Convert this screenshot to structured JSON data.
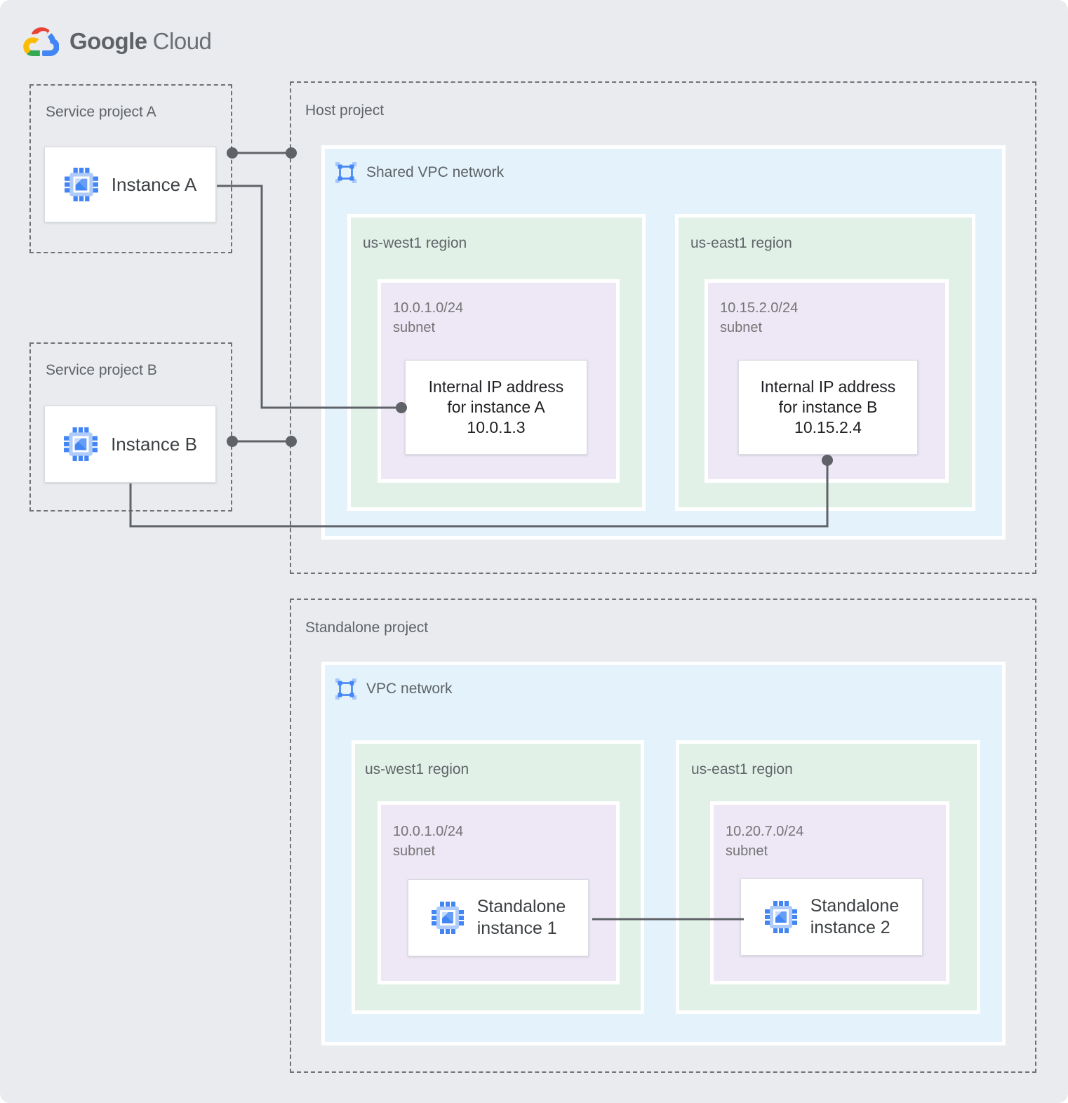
{
  "brand": {
    "google": "Google",
    "cloud": "Cloud"
  },
  "projects": {
    "service_a": {
      "label": "Service project A",
      "instance_label": "Instance A"
    },
    "service_b": {
      "label": "Service project B",
      "instance_label": "Instance B"
    },
    "host": {
      "label": "Host project",
      "network_label": "Shared VPC network",
      "regions": [
        {
          "label": "us-west1 region",
          "subnet_cidr": "10.0.1.0/24",
          "subnet_word": "subnet",
          "card": {
            "line1": "Internal IP address",
            "line2": "for instance A",
            "line3": "10.0.1.3"
          }
        },
        {
          "label": "us-east1 region",
          "subnet_cidr": "10.15.2.0/24",
          "subnet_word": "subnet",
          "card": {
            "line1": "Internal IP address",
            "line2": "for instance B",
            "line3": "10.15.2.4"
          }
        }
      ]
    },
    "standalone": {
      "label": "Standalone project",
      "network_label": "VPC network",
      "regions": [
        {
          "label": "us-west1 region",
          "subnet_cidr": "10.0.1.0/24",
          "subnet_word": "subnet",
          "card": {
            "line1": "Standalone",
            "line2": "instance 1"
          }
        },
        {
          "label": "us-east1 region",
          "subnet_cidr": "10.20.7.0/24",
          "subnet_word": "subnet",
          "card": {
            "line1": "Standalone",
            "line2": "instance 2"
          }
        }
      ]
    }
  },
  "palette": {
    "canvas_bg": "#E9EBEE",
    "network_blue": "#E3F2FB",
    "region_green": "#E1F1E8",
    "subnet_purple": "#EDE7F6",
    "connector": "#5F6368",
    "dashed_border": "#6E7276",
    "label_gray": "#5F6368",
    "card_text": "#202124",
    "google_blue": "#4285F4",
    "google_red": "#EA4335",
    "google_yellow": "#FBBC04",
    "google_green": "#34A853",
    "icon_light_blue": "#AECBFA"
  }
}
